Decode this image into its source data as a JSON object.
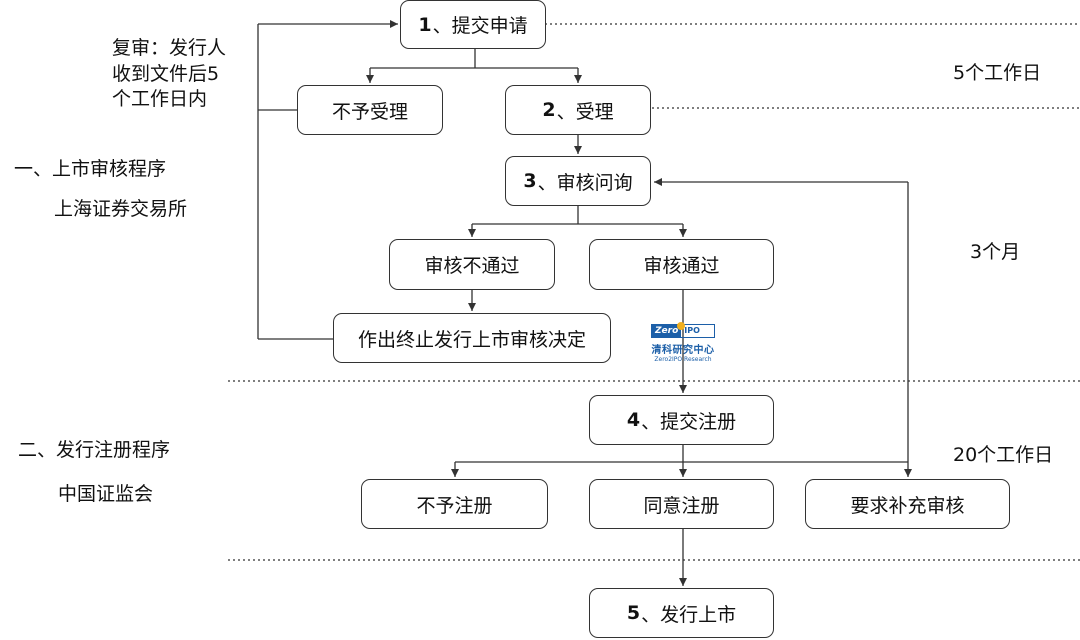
{
  "nodes": {
    "submit_application": {
      "num": "1",
      "label": "、提交申请"
    },
    "not_accepted": {
      "label": "不予受理"
    },
    "accepted": {
      "num": "2",
      "label": "、受理"
    },
    "review_inquiry": {
      "num": "3",
      "label": "、审核问询"
    },
    "review_failed": {
      "label": "审核不通过"
    },
    "review_passed": {
      "label": "审核通过"
    },
    "termination_decision": {
      "label": "作出终止发行上市审核决定"
    },
    "submit_registration": {
      "num": "4",
      "label": "、提交注册"
    },
    "registration_denied": {
      "label": "不予注册"
    },
    "registration_approved": {
      "label": "同意注册"
    },
    "supplementary_review": {
      "label": "要求补充审核"
    },
    "issue_and_list": {
      "num": "5",
      "label": "、发行上市"
    }
  },
  "annotations": {
    "reexamination": [
      "复审：发行人",
      "收到文件后5",
      "个工作日内"
    ],
    "section1_title": "一、上市审核程序",
    "section1_org": "上海证券交易所",
    "section2_title": "二、发行注册程序",
    "section2_org": "中国证监会",
    "duration_1": "5个工作日",
    "duration_2": "3个月",
    "duration_3": "20个工作日"
  },
  "watermark": {
    "brand_left": "Zero",
    "brand_right": "IPO",
    "chinese": "清科研究中心",
    "english": "Zero2IPO Research"
  },
  "colors": {
    "line": "#333333",
    "box_border": "#333333",
    "logo_blue": "#1c5fa8",
    "logo_yellow": "#f2b01e"
  }
}
